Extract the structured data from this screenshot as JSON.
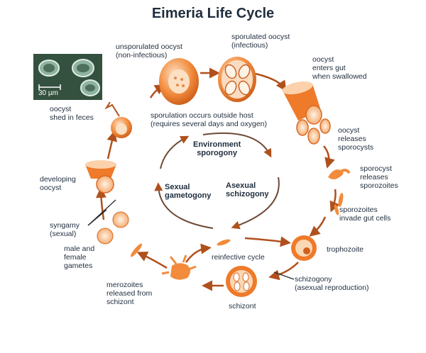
{
  "title": "Eimeria Life Cycle",
  "photo": {
    "scale_label": "30 µm"
  },
  "labels": {
    "unsporulated": [
      "unsporulated oocyst",
      "(non-infectious)"
    ],
    "sporulated": [
      "sporulated oocyst",
      "(infectious)"
    ],
    "enters_gut": [
      "oocyst",
      "enters gut",
      "when swallowed"
    ],
    "shed": [
      "oocyst",
      "shed in feces"
    ],
    "sporulation": [
      "sporulation occurs outside host",
      "(requires several days and oxygen)"
    ],
    "releases_sporocysts": [
      "oocyst",
      "releases",
      "sporocysts"
    ],
    "environment": [
      "Environment",
      "sporogony"
    ],
    "developing": [
      "developing",
      "oocyst"
    ],
    "sexual": [
      "Sexual",
      "gametogony"
    ],
    "asexual": [
      "Asexual",
      "schizogony"
    ],
    "sporocyst_releases": [
      "sporocyst",
      "releases",
      "sporozoites"
    ],
    "sporozoites_invade": [
      "sporozoites",
      "invade gut cells"
    ],
    "syngamy": [
      "syngamy",
      "(sexual)"
    ],
    "gametes": [
      "male and",
      "female",
      "gametes"
    ],
    "reinfective": [
      "reinfective cycle"
    ],
    "trophozoite": [
      "trophozoite"
    ],
    "merozoites": [
      "merozoites",
      "released from",
      "schizont"
    ],
    "schizogony": [
      "schizogony",
      "(asexual reproduction)"
    ],
    "schizont": [
      "schizont"
    ]
  },
  "colors": {
    "arrow": "#b0501c",
    "orange": "#ee7a2a",
    "orange_light": "#f7b07a",
    "orange_pale": "#fcd9b8",
    "text": "#1f2d3d"
  }
}
